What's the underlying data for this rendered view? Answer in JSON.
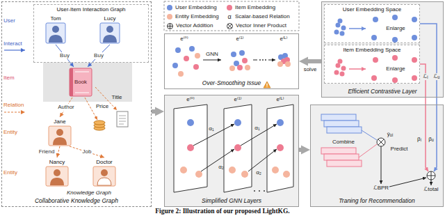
{
  "diagram": {
    "caption": "Figure 2: Illustration of our proposed LightKG.",
    "nodes": [
      {
        "text": [
          "Collaborative Knowledge Graph"
        ]
      },
      {
        "text": [
          "User-Item Interaction Graph"
        ],
        "in": 0
      },
      {
        "text": [
          "Tom"
        ],
        "in": 1
      },
      {
        "text": [
          "Lucy"
        ],
        "in": 1
      },
      {
        "text": [
          "Book"
        ],
        "in": 0
      },
      {
        "text": [
          "Jane"
        ],
        "in": 0
      },
      {
        "text": [
          "Nancy"
        ],
        "in": 0
      },
      {
        "text": [
          "Doctor"
        ],
        "in": 0
      },
      {
        "text": [
          "Over-Smoothing Issue"
        ]
      },
      {
        "text": [
          "Efficient Contrastive Layer"
        ]
      },
      {
        "text": [
          "User Embedding Space"
        ],
        "in": 9
      },
      {
        "text": [
          "Item Embedding Space"
        ],
        "in": 9
      },
      {
        "text": [
          "Simplified GNN Layers"
        ]
      },
      {
        "text": [
          "Traning for Recommendation"
        ]
      }
    ],
    "edges": [
      {
        "from": 2,
        "to": 4,
        "label": "Buy",
        "arrow": "to"
      },
      {
        "from": 3,
        "to": 4,
        "label": "Buy",
        "arrow": "to"
      },
      {
        "from": 4,
        "to": 5,
        "label": "Author",
        "arrow": "to"
      },
      {
        "from": 5,
        "to": 6,
        "label": "Friend",
        "arrow": "to"
      },
      {
        "from": 5,
        "to": 7,
        "label": "Job",
        "arrow": "to"
      },
      {
        "from": 0,
        "to": 12,
        "arrow": "to"
      },
      {
        "from": 9,
        "to": 8,
        "label": "solve",
        "arrow": "to"
      },
      {
        "from": 12,
        "to": 13,
        "arrow": "to"
      },
      {
        "from": 10,
        "to": 13,
        "label": "ℒᵤ",
        "arrow": "none"
      },
      {
        "from": 11,
        "to": 13,
        "label": "ℒᵢ",
        "arrow": "none"
      }
    ],
    "labels": [
      "User",
      "Interact",
      "Item",
      "Relation",
      "Entity",
      "Entity",
      "Price",
      "Title",
      "Knowledge Graph",
      "α",
      "e⁽⁰⁾",
      "GNN",
      "e⁽¹⁾",
      "e⁽ᴸ⁾",
      "Enlarge",
      "Enlarge",
      "e⁽⁰⁾",
      "e⁽¹⁾",
      "e⁽ᴸ⁾",
      "α₁",
      "α₂",
      "α₁",
      "α₂",
      "ŷᵤᵢ",
      "Predict",
      "Combine",
      "βᵢ",
      "βᵤ",
      "ℒBPR",
      "ℒtotal"
    ],
    "legend": [
      {
        "text": "User Embedding",
        "color": "#6f8fdc"
      },
      {
        "text": "Item Embedding",
        "color": "#ee7b91"
      },
      {
        "text": "Entity Embedding",
        "color": "#f5b59e"
      },
      {
        "text": "Scalar-based Relation"
      },
      {
        "text": "Vector Addition"
      },
      {
        "text": "Vector Inner Product"
      }
    ]
  }
}
